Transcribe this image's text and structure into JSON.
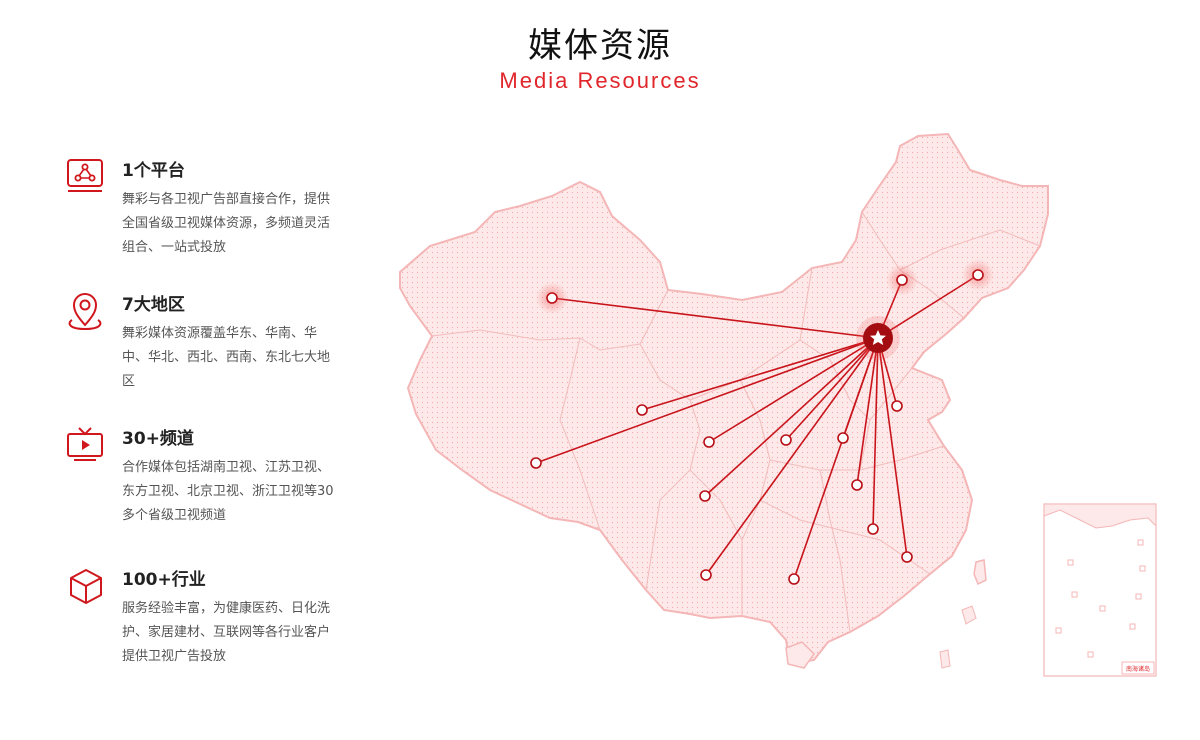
{
  "header": {
    "title": "媒体资源",
    "subtitle": "Media Resources"
  },
  "features": [
    {
      "icon": "platform-network-icon",
      "title": "1个平台",
      "desc": "舞彩与各卫视广告部直接合作，提供全国省级卫视媒体资源，多频道灵活组合、一站式投放"
    },
    {
      "icon": "location-pin-icon",
      "title": "7大地区",
      "desc": "舞彩媒体资源覆盖华东、华南、华中、华北、西北、西南、东北七大地区"
    },
    {
      "icon": "tv-play-icon",
      "title": "30+频道",
      "desc": "合作媒体包括湖南卫视、江苏卫视、东方卫视、北京卫视、浙江卫视等30多个省级卫视频道"
    },
    {
      "icon": "cube-icon",
      "title": "100+行业",
      "desc": "服务经验丰富，为健康医药、日化洗护、家居建材、互联网等各行业客户提供卫视广告投放"
    }
  ],
  "map": {
    "inset_label": "南海诸岛",
    "colors": {
      "accent": "#e0262b",
      "line": "#c8141b",
      "land": "#fde9e9",
      "border": "#f4b6b6"
    }
  }
}
